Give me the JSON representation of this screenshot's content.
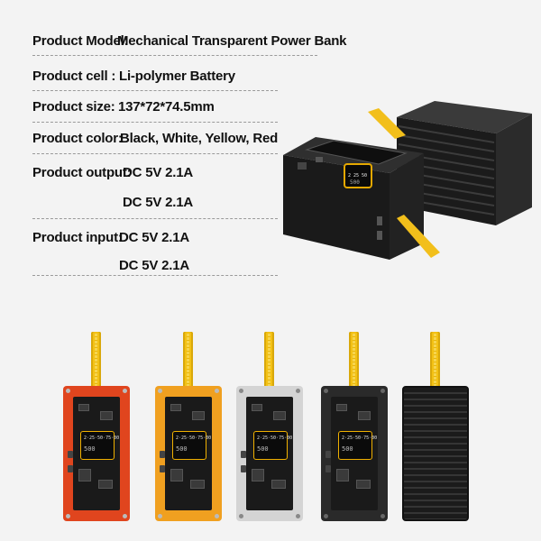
{
  "specs": {
    "model": {
      "label": "Product Model:",
      "value": "Mechanical Transparent Power Bank"
    },
    "cell": {
      "label": "Product cell :",
      "value": "Li-polymer Battery"
    },
    "size": {
      "label": "Product size:",
      "value": "137*72*74.5mm"
    },
    "color": {
      "label": "Product color:",
      "value": "Black, White, Yellow, Red"
    },
    "output": {
      "label": "Product output:",
      "values": [
        "DC 5V 2.1A",
        "DC 5V 2.1A"
      ]
    },
    "input": {
      "label": "Product input:",
      "values": [
        "DC 5V 2.1A",
        "DC 5V 2.1A"
      ]
    }
  },
  "screen": {
    "line1": "2·25·50·75·00",
    "line2": "500"
  },
  "variants": [
    {
      "name": "red",
      "color": "#e0451e"
    },
    {
      "name": "yellow",
      "color": "#f0a020"
    },
    {
      "name": "white",
      "color": "#d4d4d4"
    },
    {
      "name": "black",
      "color": "#2a2a2a"
    },
    {
      "name": "black-back",
      "color": "#1e1e1e"
    }
  ]
}
